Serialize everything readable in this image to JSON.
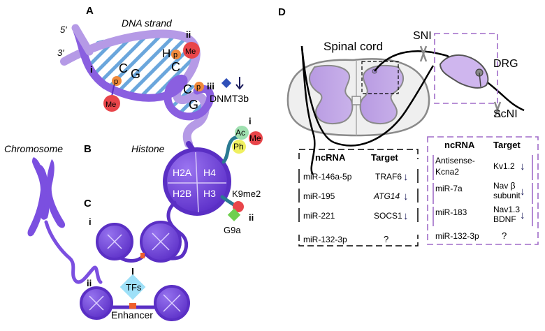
{
  "panels": {
    "a": "A",
    "b": "B",
    "c": "C",
    "d": "D"
  },
  "dna": {
    "title": "DNA strand",
    "five_prime": "5′",
    "three_prime": "3′",
    "roman_i": "i",
    "roman_ii": "ii",
    "roman_iii": "iii",
    "base_c1": "C",
    "base_g1": "G",
    "base_h": "H",
    "base_c2": "C",
    "base_c3": "C",
    "base_g2": "G",
    "p": "p",
    "me": "Me",
    "dnmt": "DNMT3b"
  },
  "histone": {
    "chromosome_label": "Chromosome",
    "histone_label": "Histone",
    "h2a": "H2A",
    "h4": "H4",
    "h2b": "H2B",
    "h3": "H3",
    "ac": "Ac",
    "me": "Me",
    "ph": "Ph",
    "roman_i": "i",
    "roman_ii": "ii",
    "k9me2": "K9me2",
    "g9a": "G9a"
  },
  "nucleosome": {
    "roman_i": "i",
    "roman_ii": "ii",
    "tfs": "TFs",
    "enhancer": "Enhancer"
  },
  "spinal": {
    "spinal_cord": "Spinal cord",
    "sni": "SNI",
    "drg": "DRG",
    "scni": "ScNI"
  },
  "table_left": {
    "col1": "ncRNA",
    "col2": "Target",
    "rows": [
      {
        "ncrna": "miR-146a-5p",
        "target": "TRAF6",
        "arrow": "↓"
      },
      {
        "ncrna": "miR-195",
        "target": "ATG14",
        "arrow": "↓"
      },
      {
        "ncrna": "miR-221",
        "target": "SOCS1",
        "arrow": "↓"
      },
      {
        "ncrna": "miR-132-3p",
        "target": "?",
        "arrow": ""
      }
    ]
  },
  "table_right": {
    "col1": "ncRNA",
    "col2": "Target",
    "rows": [
      {
        "ncrna1": "Antisense-",
        "ncrna2": "Kcna2",
        "target1": "Kv1.2",
        "target2": "",
        "arrow": "↓"
      },
      {
        "ncrna1": "miR-7a",
        "ncrna2": "",
        "target1": "Nav β",
        "target2": "subunit",
        "arrow": "↓"
      },
      {
        "ncrna1": "miR-183",
        "ncrna2": "",
        "target1": "Nav1.3",
        "target2": "BDNF",
        "arrow": "↓"
      },
      {
        "ncrna1": "miR-132-3p",
        "ncrna2": "",
        "target1": "?",
        "target2": "",
        "arrow": ""
      }
    ]
  },
  "colors": {
    "purple": "#7b4fe0",
    "purple_dark": "#5a2fc4",
    "light_purple": "#c4a8e8",
    "blue_stripe": "#5b9bd5",
    "me_red": "#e8454a",
    "p_orange": "#f08a3c",
    "dashed_purple": "#a06cc8"
  }
}
